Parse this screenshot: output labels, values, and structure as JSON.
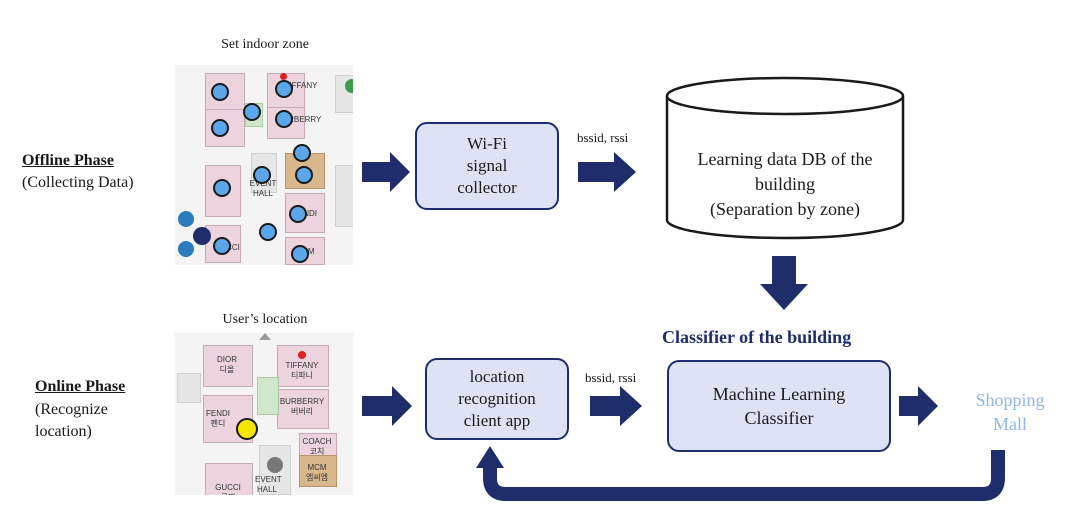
{
  "offline": {
    "title": "Offline Phase",
    "subtitle": "(Collecting Data)",
    "map_caption": "Set indoor zone",
    "map_labels": [
      "TIFFANY",
      "BURBERRY",
      "EVENT HALL",
      "FENDI",
      "MCM",
      "GUCCI"
    ]
  },
  "online": {
    "title": "Online Phase",
    "subtitle_line1": "(Recognize",
    "subtitle_line2": "location)",
    "map_caption": "User’s location",
    "map_labels": {
      "dior": "DIOR",
      "dior_kr": "디올",
      "tiffany": "TIFFANY",
      "tiffany_kr": "티파니",
      "fendi": "FENDI",
      "fendi_kr": "펜디",
      "burberry": "BURBERRY",
      "burberry_kr": "버버리",
      "coach": "COACH",
      "coach_kr": "코치",
      "mcm": "MCM",
      "mcm_kr": "엠씨엠",
      "gucci": "GUCCI",
      "gucci_kr": "구찌",
      "event": "EVENT",
      "hall": "HALL"
    }
  },
  "boxes": {
    "wifi_collector": [
      "Wi-Fi",
      "signal",
      "collector"
    ],
    "db": [
      "Learning data DB of the",
      "building",
      "(Separation by zone)"
    ],
    "client_app": [
      "location",
      "recognition",
      "client app"
    ],
    "ml_classifier": [
      "Machine Learning",
      "Classifier"
    ]
  },
  "edge_labels": {
    "offline": "bssid, rssi",
    "online": "bssid, rssi"
  },
  "classifier_title": "Classifier of the building",
  "mall": [
    "Shopping",
    "Mall"
  ],
  "colors": {
    "arrow": "#1f2d6b",
    "box_fill": "#dde3f5",
    "box_border": "#1f2d6b",
    "mall_text": "#8fb6e6",
    "zone_dot": "#5aa6e8",
    "user_dot": "#f5e600"
  }
}
